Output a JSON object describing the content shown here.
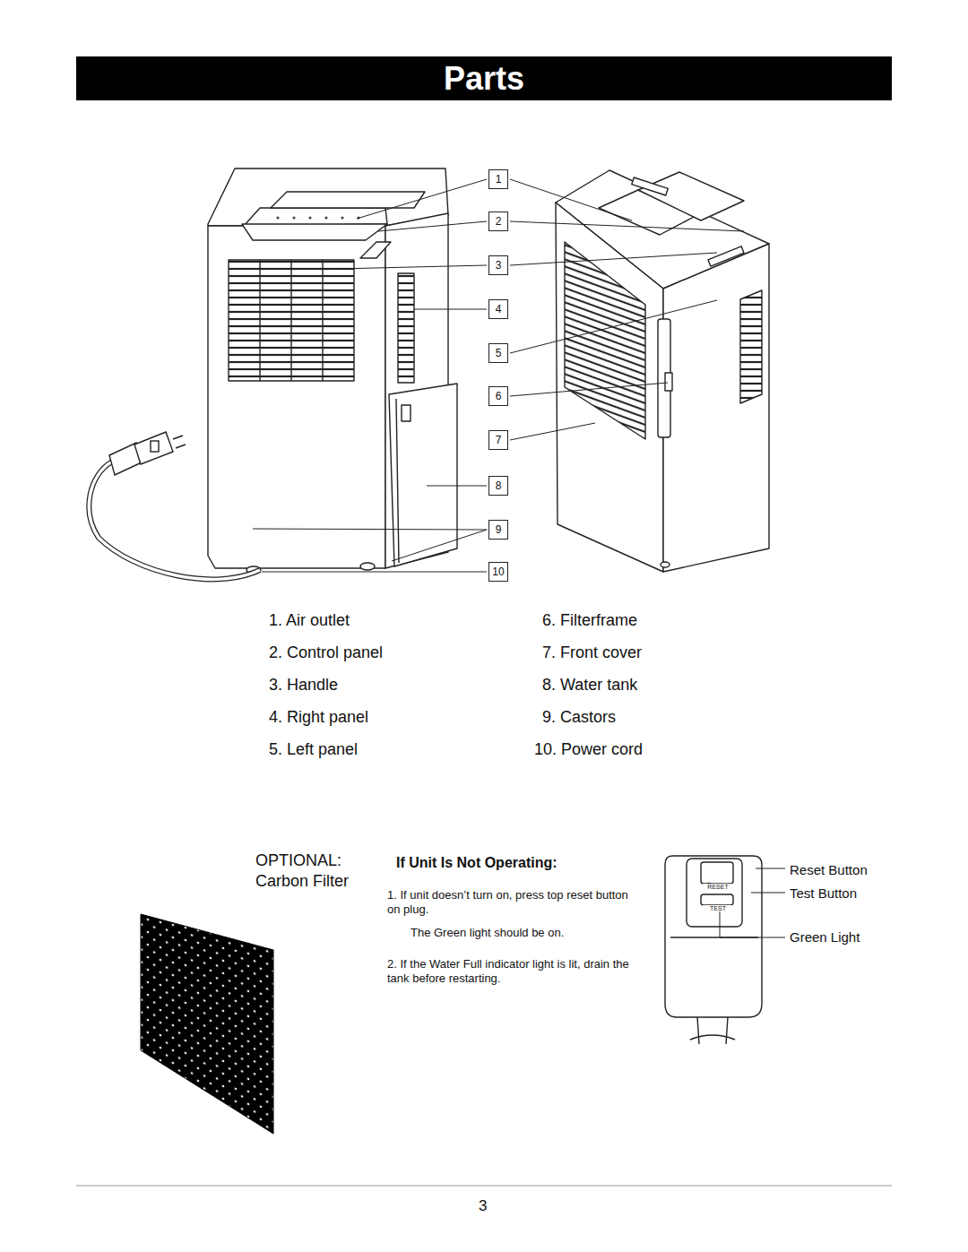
{
  "diagram": {
    "title": "Parts",
    "nodes": [
      {
        "text": [
          "1"
        ]
      },
      {
        "text": [
          "2"
        ]
      },
      {
        "text": [
          "3"
        ]
      },
      {
        "text": [
          "4"
        ]
      },
      {
        "text": [
          "5"
        ]
      },
      {
        "text": [
          "6"
        ]
      },
      {
        "text": [
          "7"
        ]
      },
      {
        "text": [
          "8"
        ]
      },
      {
        "text": [
          "9"
        ]
      },
      {
        "text": [
          "10"
        ]
      }
    ],
    "labels": [
      "1. Air outlet",
      "2. Control panel",
      "3. Handle",
      "4. Right panel",
      "5. Left panel",
      "6. Filterframe",
      "7. Front cover",
      "8. Water tank",
      "9. Castors",
      "10. Power cord",
      "OPTIONAL: Carbon Filter",
      "If Unit Is Not Operating:",
      "1. If unit doesn’t turn on, press top reset button on plug.",
      "The Green light should be on.",
      "2. If the Water Full indicator light is lit, drain the tank before restarting.",
      "RESET",
      "TEST",
      "Reset Button",
      "Test Button",
      "Green Light",
      "3"
    ]
  }
}
